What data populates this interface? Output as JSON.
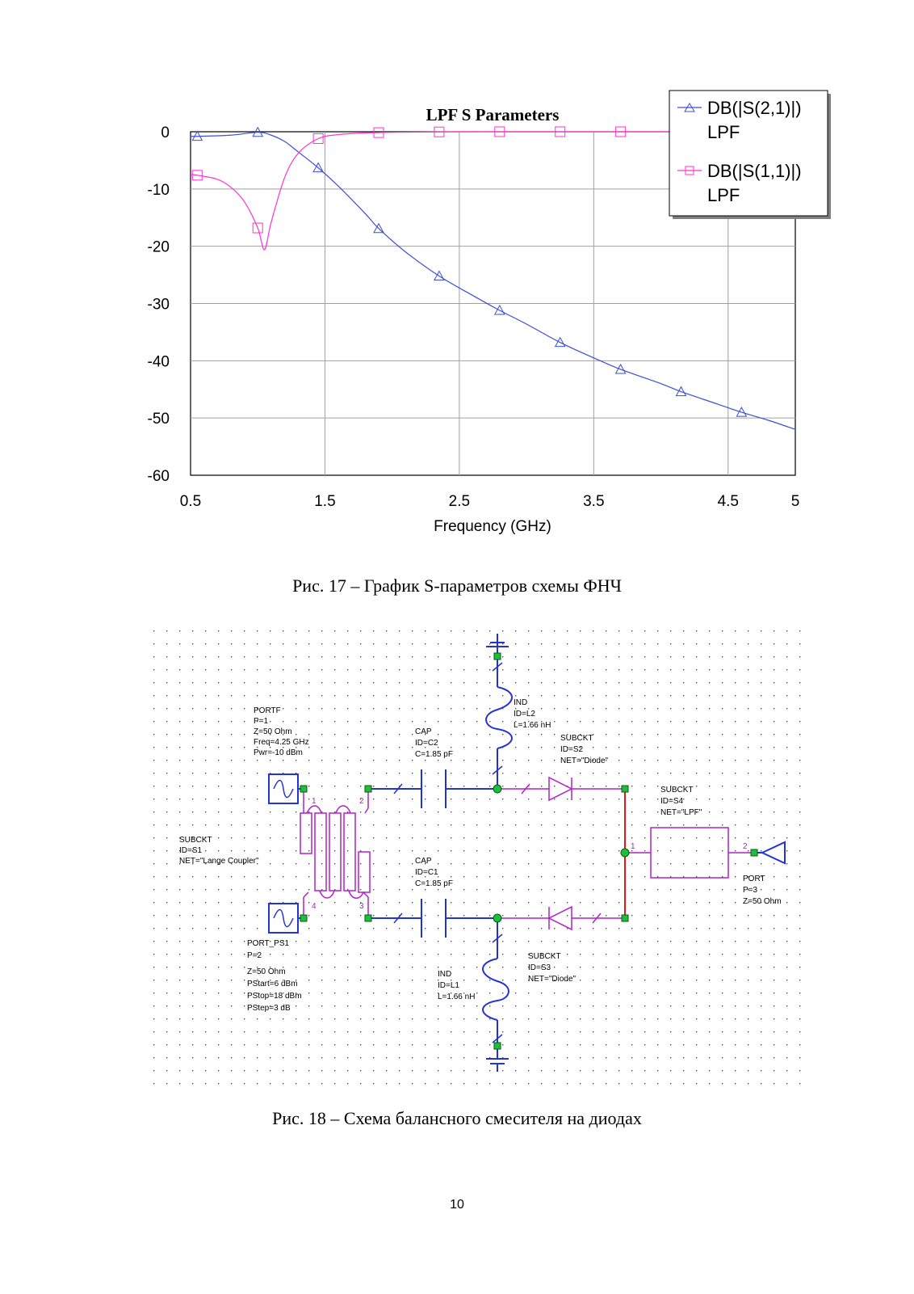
{
  "chart_data": {
    "type": "line",
    "title": "LPF S Parameters",
    "xlabel": "Frequency (GHz)",
    "ylabel": "",
    "xlim": [
      0.5,
      5
    ],
    "ylim": [
      -60,
      0
    ],
    "xticks": [
      0.5,
      1.5,
      2.5,
      3.5,
      4.5,
      5
    ],
    "yticks": [
      0,
      -10,
      -20,
      -30,
      -40,
      -50,
      -60
    ],
    "grid": true,
    "legend": "top-right",
    "series": [
      {
        "name": "DB(|S(2,1)|)",
        "name2": "LPF",
        "color": "#3b4fd8",
        "marker": "triangle",
        "x": [
          0.5,
          0.55,
          0.8,
          1.0,
          1.1,
          1.2,
          1.3,
          1.45,
          1.6,
          1.8,
          1.9,
          2.1,
          2.35,
          2.6,
          2.8,
          3.0,
          3.25,
          3.5,
          3.7,
          4.0,
          4.15,
          4.4,
          4.6,
          4.8,
          5.0
        ],
        "y": [
          -0.8,
          -0.8,
          -0.6,
          -0.1,
          -0.6,
          -1.7,
          -3.5,
          -6.3,
          -9.5,
          -14.3,
          -16.9,
          -21.0,
          -25.2,
          -28.6,
          -31.2,
          -33.6,
          -36.8,
          -39.5,
          -41.5,
          -44.0,
          -45.4,
          -47.4,
          -49.0,
          -50.4,
          -52.0
        ],
        "marker_x": [
          0.55,
          1.0,
          1.45,
          1.9,
          2.35,
          2.8,
          3.25,
          3.7,
          4.15,
          4.6
        ]
      },
      {
        "name": "DB(|S(1,1)|)",
        "name2": "LPF",
        "color": "#ff33cc",
        "marker": "square",
        "x": [
          0.5,
          0.55,
          0.7,
          0.8,
          0.9,
          1.0,
          1.05,
          1.1,
          1.2,
          1.3,
          1.45,
          1.6,
          1.8,
          2.0,
          2.5,
          3.0,
          3.5,
          4.0,
          4.5,
          5.0
        ],
        "y": [
          -7.5,
          -7.6,
          -8.3,
          -9.7,
          -12.2,
          -16.8,
          -20.6,
          -15.8,
          -8.0,
          -3.8,
          -1.2,
          -0.5,
          -0.2,
          -0.1,
          0,
          0,
          0,
          0,
          0,
          0
        ],
        "marker_x": [
          0.55,
          1.0,
          1.45,
          1.9,
          2.35,
          2.8,
          3.25,
          3.7
        ]
      }
    ]
  },
  "captions": {
    "fig17": "Рис. 17 – График S-параметров схемы ФНЧ",
    "fig18": "Рис. 18 – Схема балансного смесителя на диодах"
  },
  "page_number": "10",
  "schematic": {
    "portf": [
      "PORTF",
      "P=1",
      "Z=50 Ohm",
      "Freq=4.25 GHz",
      "Pwr=-10 dBm"
    ],
    "port_ps1": [
      "PORT_PS1",
      "P=2",
      "Z=50 Ohm",
      "PStart=6 dBm",
      "PStop=18 dBm",
      "PStep=3 dB"
    ],
    "coupler": [
      "SUBCKT",
      "ID=S1",
      "NET=\"Lange Coupler\""
    ],
    "cap_c2": [
      "CAP",
      "ID=C2",
      "C=1.85 pF"
    ],
    "cap_c1": [
      "CAP",
      "ID=C1",
      "C=1.85 pF"
    ],
    "ind_l2": [
      "IND",
      "ID=L2",
      "L=1.66 nH"
    ],
    "ind_l1": [
      "IND",
      "ID=L1",
      "L=1.66 nH"
    ],
    "diode_s2": [
      "SUBCKT",
      "ID=S2",
      "NET=\"Diode\""
    ],
    "diode_s3": [
      "SUBCKT",
      "ID=S3",
      "NET=\"Diode\""
    ],
    "lpf_s4": [
      "SUBCKT",
      "ID=S4",
      "NET=\"LPF\""
    ],
    "port3": [
      "PORT",
      "P=3",
      "Z=50 Ohm"
    ],
    "pins": {
      "c1": "1",
      "c2": "2",
      "c3": "3",
      "c4": "4",
      "l1": "1",
      "l2": "2"
    }
  }
}
